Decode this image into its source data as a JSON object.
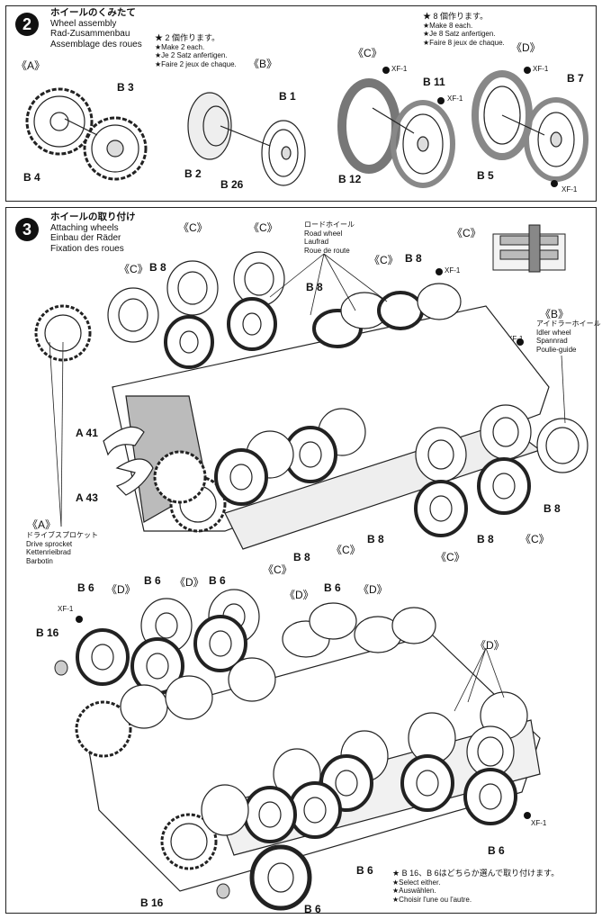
{
  "step2": {
    "number": "2",
    "title_jp": "ホイールのくみたて",
    "title_en": "Wheel assembly",
    "title_de": "Rad-Zusammenbau",
    "title_fr": "Assemblage des roues",
    "note_a_jp": "★ 2 個作ります。",
    "note_a_en": "★Make 2 each.",
    "note_a_de": "★Je 2 Satz anfertigen.",
    "note_a_fr": "★Faire 2 jeux de chaque.",
    "note_b_jp": "★ 8 個作ります。",
    "note_b_en": "★Make 8 each.",
    "note_b_de": "★Je 8 Satz anfertigen.",
    "note_b_fr": "★Faire 8 jeux de chaque.",
    "labels": {
      "A": "《A》",
      "B": "《B》",
      "C": "《C》",
      "D": "《D》",
      "B3": "B 3",
      "B4": "B 4",
      "B1": "B 1",
      "B2": "B 2",
      "B26": "B 26",
      "B11": "B 11",
      "B12": "B 12",
      "B7": "B 7",
      "B5": "B 5",
      "xf1_a": "XF-1",
      "xf1_b": "XF-1",
      "xf1_c": "XF-1",
      "xf1_d": "XF-1"
    }
  },
  "step3": {
    "number": "3",
    "title_jp": "ホイールの取り付け",
    "title_en": "Attaching wheels",
    "title_de": "Einbau der Räder",
    "title_fr": "Fixation des roues",
    "road_wheel_jp": "ロードホイール",
    "road_wheel_en": "Road wheel",
    "road_wheel_de": "Laufrad",
    "road_wheel_fr": "Roue de route",
    "idler_jp": "アイドラーホイール",
    "idler_en": "Idler wheel",
    "idler_de": "Spannrad",
    "idler_fr": "Poulie-guide",
    "sprocket_a": "《A》",
    "sprocket_jp": "ドライブスプロケット",
    "sprocket_en": "Drive sprocket",
    "sprocket_de": "Kettenrieibrad",
    "sprocket_fr": "Barbotin",
    "select_jp": "★ B 16、B 6はどちらか選んで取り付けます。",
    "select_en": "★Select either.",
    "select_de": "★Auswählen.",
    "select_fr": "★Choisir l'une ou l'autre.",
    "labels": {
      "C": "《C》",
      "D": "《D》",
      "B": "《B》",
      "B8": "B 8",
      "B6": "B 6",
      "B16": "B 16",
      "A41": "A 41",
      "A43": "A 43",
      "XF1": "XF-1"
    }
  }
}
